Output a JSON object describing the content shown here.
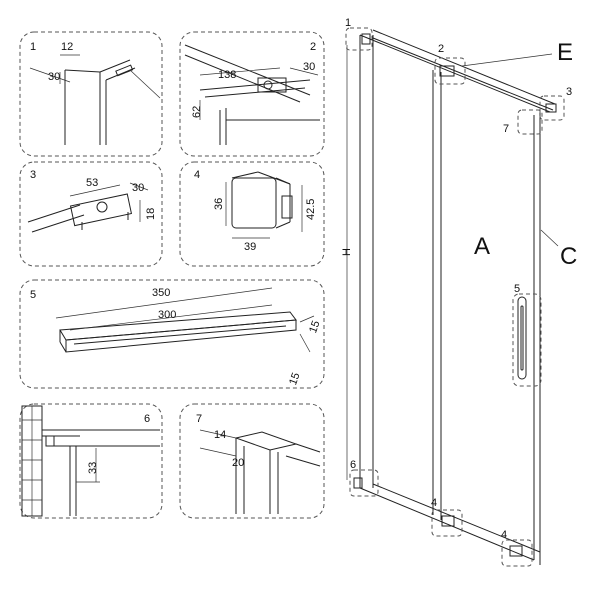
{
  "details": [
    {
      "id": "detail-1",
      "num": "1",
      "dims": [
        "12",
        "30"
      ]
    },
    {
      "id": "detail-2",
      "num": "2",
      "dims": [
        "138",
        "30",
        "62"
      ]
    },
    {
      "id": "detail-3",
      "num": "3",
      "dims": [
        "53",
        "30",
        "18"
      ]
    },
    {
      "id": "detail-4",
      "num": "4",
      "dims": [
        "36",
        "42.5",
        "39"
      ]
    },
    {
      "id": "detail-5",
      "num": "5",
      "dims": [
        "350",
        "300",
        "15",
        "15"
      ]
    },
    {
      "id": "detail-6",
      "num": "6",
      "dims": [
        "33"
      ]
    },
    {
      "id": "detail-7",
      "num": "7",
      "dims": [
        "14",
        "20"
      ]
    }
  ],
  "main": {
    "callouts": [
      "1",
      "2",
      "3",
      "7",
      "5",
      "6",
      "4",
      "4"
    ],
    "labels": {
      "a": "A",
      "c": "C",
      "e": "E",
      "h": "H"
    }
  }
}
